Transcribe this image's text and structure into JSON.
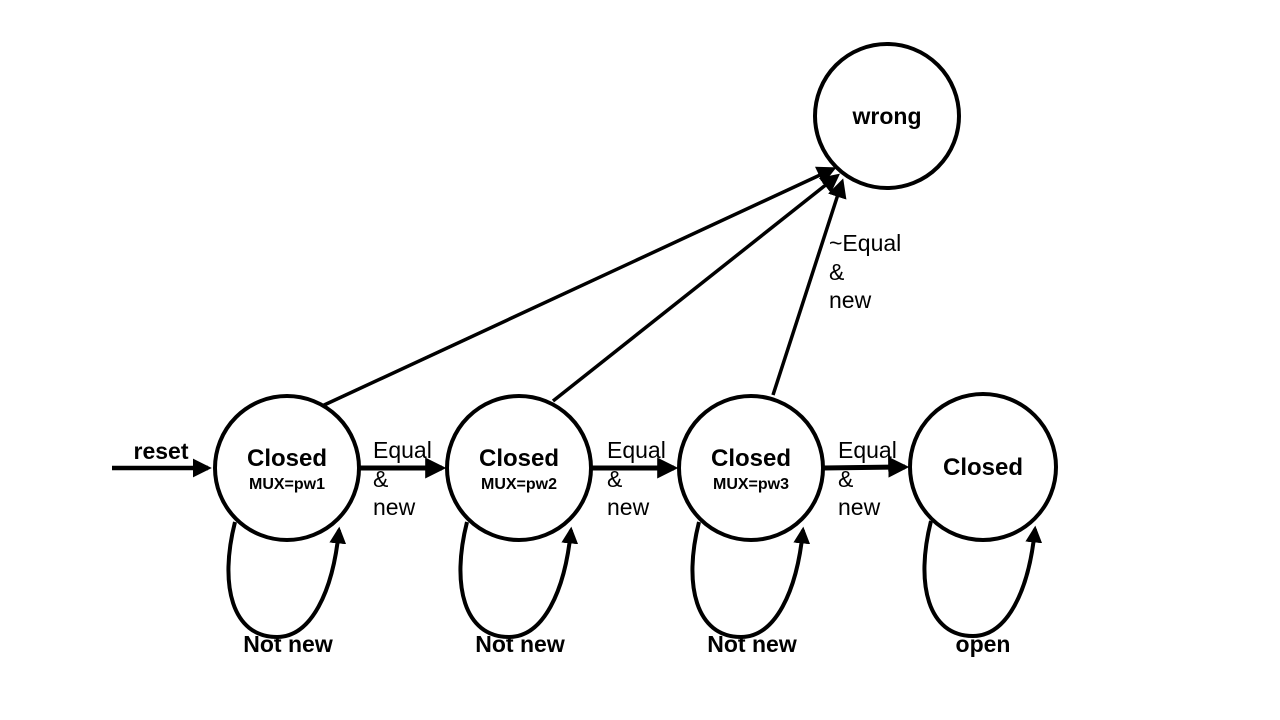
{
  "colors": {
    "background": "#ffffff",
    "stroke": "#000000",
    "text": "#000000"
  },
  "diagram_type": "finite-state-machine",
  "states": {
    "wrong": {
      "label": "wrong"
    },
    "s1": {
      "label": "Closed",
      "mux": "MUX=pw1",
      "loop_label": "Not new"
    },
    "s2": {
      "label": "Closed",
      "mux": "MUX=pw2",
      "loop_label": "Not new"
    },
    "s3": {
      "label": "Closed",
      "mux": "MUX=pw3",
      "loop_label": "Not new"
    },
    "s4": {
      "label": "Closed",
      "loop_label": "open"
    }
  },
  "transitions": {
    "reset": {
      "label": "reset"
    },
    "t1": {
      "lines": [
        "Equal",
        "&",
        "new"
      ]
    },
    "t2": {
      "lines": [
        "Equal",
        "&",
        "new"
      ]
    },
    "t3": {
      "lines": [
        "Equal",
        "&",
        "new"
      ]
    },
    "to_wrong": {
      "lines": [
        "~Equal",
        "&",
        "new"
      ]
    }
  }
}
